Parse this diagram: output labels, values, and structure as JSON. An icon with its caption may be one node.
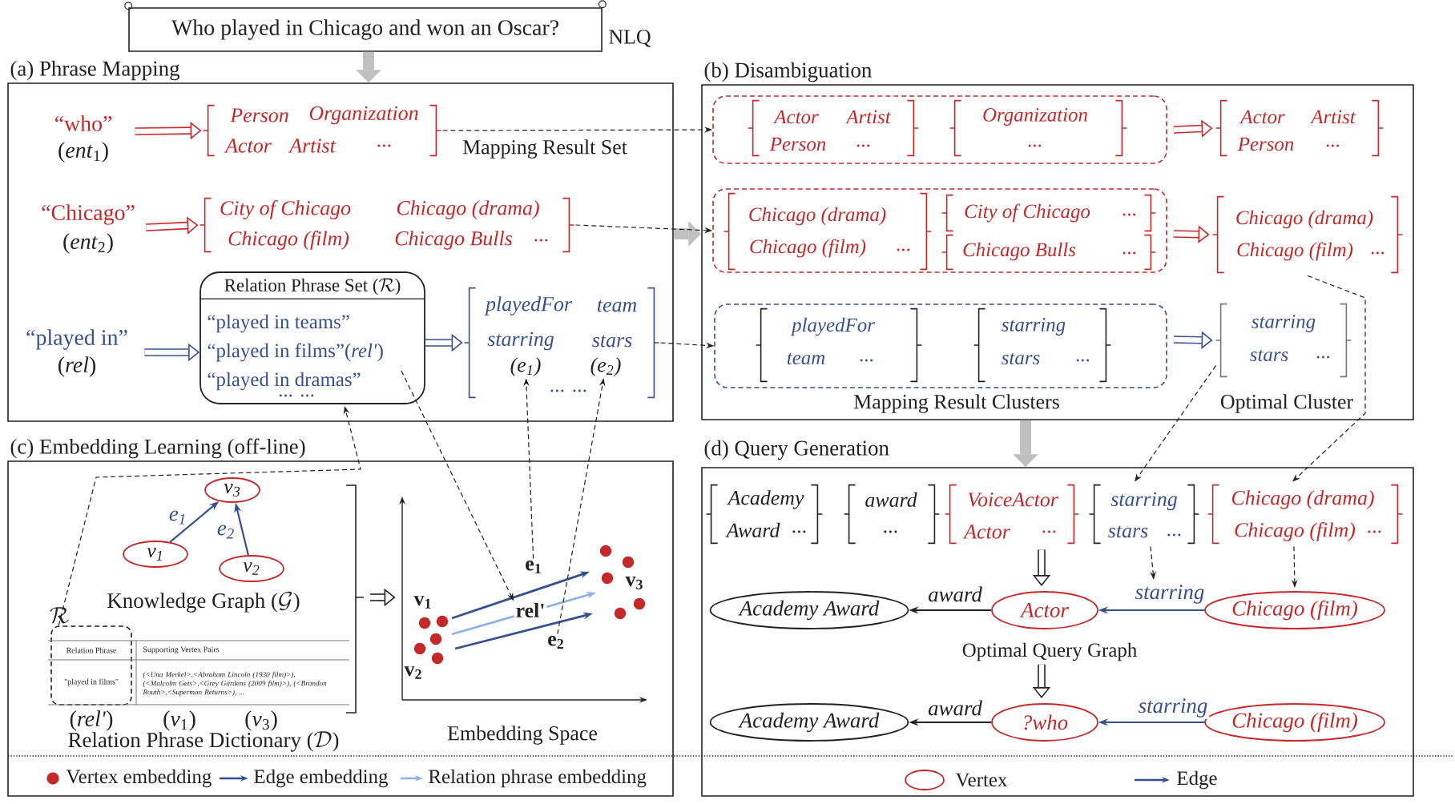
{
  "diagram": {
    "nodes": [
      {
        "text": [
          "Who played in Chicago and won an Oscar?"
        ],
        "beside": [
          "NLQ"
        ]
      },
      {
        "text": [
          "(a) Phrase Mapping"
        ]
      },
      {
        "text": [
          "“who”",
          "(*ent*$_{1}$)"
        ],
        "in": 1
      },
      {
        "text": [
          "Person",
          "Organization",
          "Actor",
          "Artist",
          "..."
        ],
        "beside": [
          "Mapping Result Set"
        ],
        "in": 1
      },
      {
        "text": [
          "“Chicago”",
          "(*ent*$_{2}$)"
        ],
        "in": 1
      },
      {
        "text": [
          "City of Chicago",
          "Chicago (drama)",
          "Chicago (film)",
          "Chicago Bulls",
          "..."
        ],
        "in": 1
      },
      {
        "text": [
          "“played in”",
          "(*rel*)"
        ],
        "in": 1
      },
      {
        "text": [
          "\\textrm{Relation Phrase Set (}\\mathcal{R}\\textrm{)}",
          "“played in teams”",
          "“played in films”(*rel'*)",
          "“played in dramas”",
          "... ..."
        ],
        "in": 1
      },
      {
        "text": [
          "playedFor",
          "team",
          "starring",
          "stars",
          "... ..."
        ],
        "in": 1
      },
      {
        "text": [
          "(*e*$_{1}$)"
        ],
        "in": 8
      },
      {
        "text": [
          "(*e*$_{2}$)"
        ],
        "in": 8
      },
      {
        "text": [
          "(b) Disambiguation"
        ]
      },
      {
        "text": [],
        "shape": "box",
        "in": 11
      },
      {
        "text": [
          "Actor",
          "Artist",
          "Person",
          "..."
        ],
        "in": 12
      },
      {
        "text": [
          "Organization",
          "..."
        ],
        "in": 12
      },
      {
        "text": [
          "Actor",
          "Artist",
          "Person",
          "..."
        ],
        "in": 11
      },
      {
        "text": [],
        "shape": "box",
        "in": 11
      },
      {
        "text": [
          "Chicago (drama)",
          "Chicago (film)",
          "..."
        ],
        "in": 16
      },
      {
        "text": [
          "City of Chicago",
          "..."
        ],
        "in": 16
      },
      {
        "text": [
          "Chicago Bulls",
          "..."
        ],
        "in": 16
      },
      {
        "text": [
          "Chicago (drama)",
          "Chicago (film)",
          "..."
        ],
        "in": 11
      },
      {
        "text": [],
        "shape": "box",
        "beside": [
          "Mapping Result Clusters"
        ],
        "in": 11
      },
      {
        "text": [
          "playedFor",
          "team",
          "..."
        ],
        "in": 21
      },
      {
        "text": [
          "starring",
          "stars",
          "..."
        ],
        "in": 21
      },
      {
        "text": [
          "starring",
          "stars",
          "..."
        ],
        "beside": [
          "Optimal Cluster"
        ],
        "in": 11
      },
      {
        "text": [
          "(c) Embedding Learning (off-line)"
        ]
      },
      {
        "text": [
          "v$_{3}$"
        ],
        "in": 25
      },
      {
        "text": [
          "v$_{1}$"
        ],
        "in": 25
      },
      {
        "text": [
          "v$_{2}$"
        ],
        "in": 25
      },
      {
        "text": [
          "Relation Phrase",
          "\"played in films\""
        ],
        "beside": [
          "\\mathcal{R}",
          "(*rel'*)"
        ],
        "in": 25
      },
      {
        "text": [],
        "shape": "picture",
        "beside": [
          "Embedding Space"
        ],
        "in": 25
      },
      {
        "text": [
          "e$_{1}$"
        ],
        "in": 30
      },
      {
        "text": [
          "rel'"
        ],
        "in": 30
      },
      {
        "text": [
          "e$_{2}$"
        ],
        "in": 30
      },
      {
        "text": [
          "(d) Query Generation"
        ]
      },
      {
        "text": [
          "Academy",
          "Award",
          "..."
        ],
        "in": 34
      },
      {
        "text": [
          "award",
          "..."
        ],
        "in": 34
      },
      {
        "text": [
          "VoiceActor",
          "Actor",
          "..."
        ],
        "in": 34
      },
      {
        "text": [
          "starring",
          "stars",
          "..."
        ],
        "in": 34
      },
      {
        "text": [
          "Chicago (drama)",
          "Chicago (film)",
          "..."
        ],
        "in": 34
      },
      {
        "text": [
          "Academy Award"
        ],
        "in": 34
      },
      {
        "text": [
          "Actor"
        ],
        "in": 34
      },
      {
        "text": [
          "Chicago (film)"
        ],
        "in": 34
      },
      {
        "text": [
          "Optimal Query Graph"
        ],
        "in": 34
      },
      {
        "text": [
          "Academy Award"
        ],
        "in": 34
      },
      {
        "text": [
          "?who"
        ],
        "in": 34
      },
      {
        "text": [
          "Chicago (film)"
        ],
        "in": 34
      }
    ],
    "edges": [
      {
        "from": 0,
        "to": 1,
        "arrow": "to",
        "style": "thick",
        "color": "#c0c0c0"
      },
      {
        "from": 1,
        "to": 11,
        "arrow": "to",
        "style": "thick",
        "color": "#c0c0c0"
      },
      {
        "from": 11,
        "to": 34,
        "arrow": "to",
        "style": "thick",
        "color": "#c0c0c0"
      },
      {
        "from": 2,
        "to": 3,
        "arrow": "to",
        "style": "thick",
        "color": "#c62828"
      },
      {
        "from": 4,
        "to": 5,
        "arrow": "to",
        "style": "thick",
        "color": "#c62828"
      },
      {
        "from": 6,
        "to": 7,
        "arrow": "to",
        "style": "thick",
        "color": "#34508f"
      },
      {
        "from": 7,
        "to": 8,
        "arrow": "to",
        "style": "thick",
        "color": "#34508f"
      },
      {
        "from": 3,
        "to": 12,
        "arrow": "to",
        "style": "dashed"
      },
      {
        "from": 5,
        "to": 16,
        "arrow": "to",
        "style": "dashed"
      },
      {
        "from": 8,
        "to": 21,
        "arrow": "to",
        "style": "dashed"
      },
      {
        "from": 12,
        "to": 15,
        "arrow": "to",
        "style": "thick",
        "color": "#c62828"
      },
      {
        "from": 16,
        "to": 20,
        "arrow": "to",
        "style": "thick",
        "color": "#c62828"
      },
      {
        "from": 21,
        "to": 24,
        "arrow": "to",
        "style": "thick",
        "color": "#34508f"
      },
      {
        "from": 24,
        "to": 38,
        "arrow": "to",
        "style": "dashed"
      },
      {
        "from": 20,
        "to": 39,
        "arrow": "to",
        "style": "dashed"
      },
      {
        "from": 29,
        "to": 7,
        "arrow": "to",
        "style": "dashed"
      },
      {
        "from": 7,
        "to": 32,
        "arrow": "to",
        "style": "dashed"
      },
      {
        "from": 31,
        "to": 9,
        "arrow": "to",
        "style": "dashed"
      },
      {
        "from": 33,
        "to": 10,
        "arrow": "to",
        "style": "dashed"
      },
      {
        "from": 27,
        "to": 26,
        "arrow": "to",
        "label": "e$_{1}$",
        "color": "#34508f"
      },
      {
        "from": 28,
        "to": 26,
        "arrow": "to",
        "label": "e$_{2}$",
        "color": "#34508f"
      },
      {
        "from": null,
        "to": 30,
        "arrow": "to",
        "style": "thick"
      },
      {
        "from": 37,
        "to": 41,
        "arrow": "to",
        "style": "thick"
      },
      {
        "from": 38,
        "to": null,
        "arrow": "to",
        "style": "dashed"
      },
      {
        "from": 39,
        "to": 42,
        "arrow": "to",
        "style": "dashed"
      },
      {
        "from": 41,
        "to": 40,
        "arrow": "to",
        "label": "award"
      },
      {
        "from": 42,
        "to": 41,
        "arrow": "to",
        "label": "starring",
        "color": "#34508f"
      },
      {
        "from": 43,
        "to": 45,
        "arrow": "to",
        "style": "thick"
      },
      {
        "from": 45,
        "to": 44,
        "arrow": "to",
        "label": "award"
      },
      {
        "from": 46,
        "to": 45,
        "arrow": "to",
        "label": "starring",
        "color": "#34508f"
      }
    ],
    "labels": [
      "\\textrm{Knowledge Graph (}\\mathcal{G}\\textrm{)}",
      "Supporting Vertex Pairs",
      "(<Una Merkel>,<Abraham Lincoln (1930 film)>), (<Malcolm Gets>,<Grey Gardens (2009 film)>), (<Brandon Routh>,<Superman Returns>), ...",
      "(*v*$_{1}$)",
      "(*v*$_{3}$)",
      "\\textrm{Relation Phrase Dictionary (}\\mathcal{D}\\textrm{)}",
      "v$_{1}$",
      "v$_{2}$",
      "v$_{3}$"
    ],
    "legend": [
      {
        "text": "Vertex embedding",
        "color": "#c62828"
      },
      {
        "text": "Edge embedding"
      },
      {
        "text": "Relation phrase embedding"
      },
      {
        "text": "Vertex"
      },
      {
        "text": "Edge"
      }
    ]
  }
}
